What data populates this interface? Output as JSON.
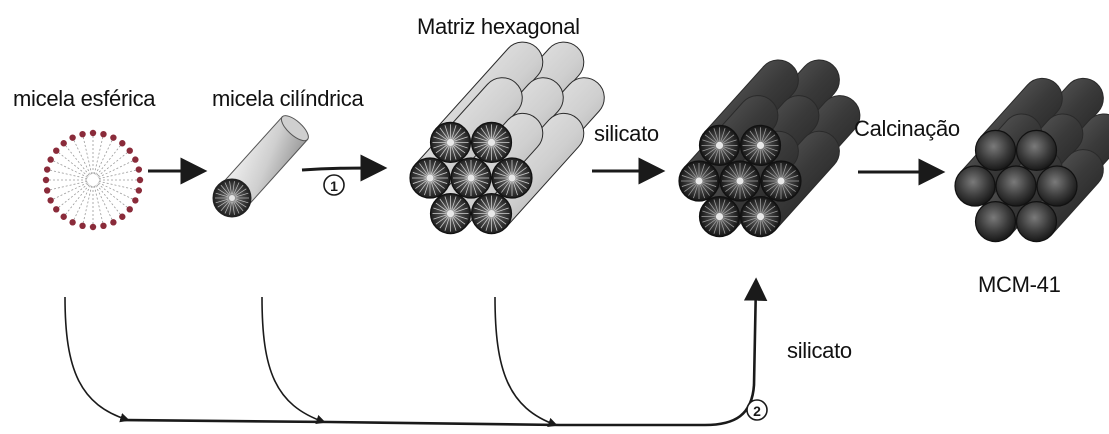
{
  "labels": {
    "spherical_micelle": "micela esférica",
    "cylindrical_micelle": "micela cilíndrica",
    "hexagonal_matrix": "Matriz hexagonal",
    "silicate_top": "silicato",
    "calcination": "Calcinação",
    "product": "MCM-41",
    "silicate_bottom": "silicato"
  },
  "route_markers": {
    "route_1": "1",
    "route_2": "2"
  },
  "colors": {
    "line": "#1a1a1a",
    "surfactant_head": "#8a2b3a",
    "light_cylinder": "#d4d4d4",
    "dark_cylinder": "#3a3a3a"
  }
}
